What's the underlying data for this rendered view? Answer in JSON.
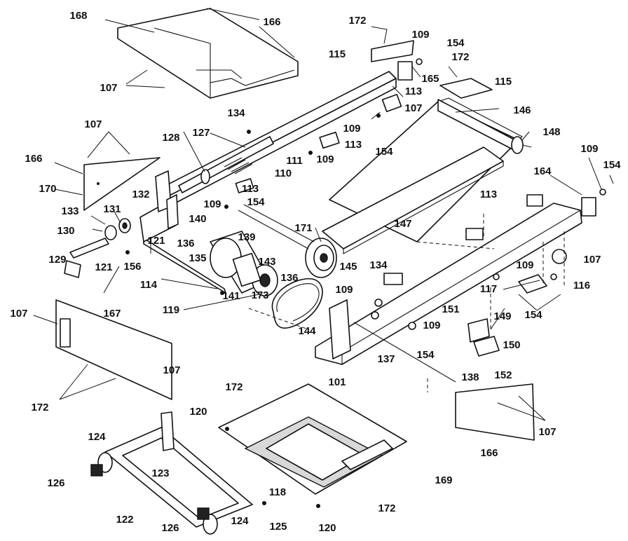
{
  "callouts": {
    "c101": "101",
    "c107": "107",
    "c109": "109",
    "c110": "110",
    "c111": "111",
    "c113": "113",
    "c114": "114",
    "c115": "115",
    "c116": "116",
    "c117": "117",
    "c118": "118",
    "c119": "119",
    "c120": "120",
    "c121": "121",
    "c122": "122",
    "c123": "123",
    "c124": "124",
    "c125": "125",
    "c126": "126",
    "c127": "127",
    "c128": "128",
    "c129": "129",
    "c130": "130",
    "c131": "131",
    "c132": "132",
    "c133": "133",
    "c134": "134",
    "c135": "135",
    "c136": "136",
    "c137": "137",
    "c138": "138",
    "c139": "139",
    "c140": "140",
    "c141": "141",
    "c143": "143",
    "c144": "144",
    "c145": "145",
    "c146": "146",
    "c147": "147",
    "c148": "148",
    "c149": "149",
    "c150": "150",
    "c151": "151",
    "c152": "152",
    "c154": "154",
    "c156": "156",
    "c164": "164",
    "c165": "165",
    "c166": "166",
    "c167": "167",
    "c168": "168",
    "c169": "169",
    "c170": "170",
    "c171": "171",
    "c172": "172",
    "c173": "173"
  }
}
